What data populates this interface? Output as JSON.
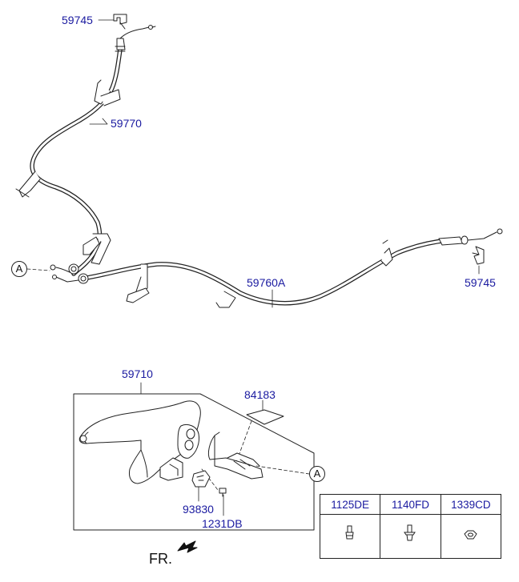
{
  "labels": {
    "clip_top": "59745",
    "cable_left": "59770",
    "cable_right": "59760A",
    "clip_right": "59745",
    "lever_assy": "59710",
    "pad": "84183",
    "switch": "93830",
    "screw": "1231DB"
  },
  "callouts": {
    "cable_a": "A",
    "lever_a": "A"
  },
  "direction": {
    "label": "FR."
  },
  "fasteners": {
    "headers": [
      "1125DE",
      "1140FD",
      "1339CD"
    ],
    "icons": [
      "bolt-icon",
      "flange-bolt-icon",
      "nut-icon"
    ]
  },
  "colors": {
    "label_text": "#1a1aa0",
    "line_art": "#222222"
  }
}
